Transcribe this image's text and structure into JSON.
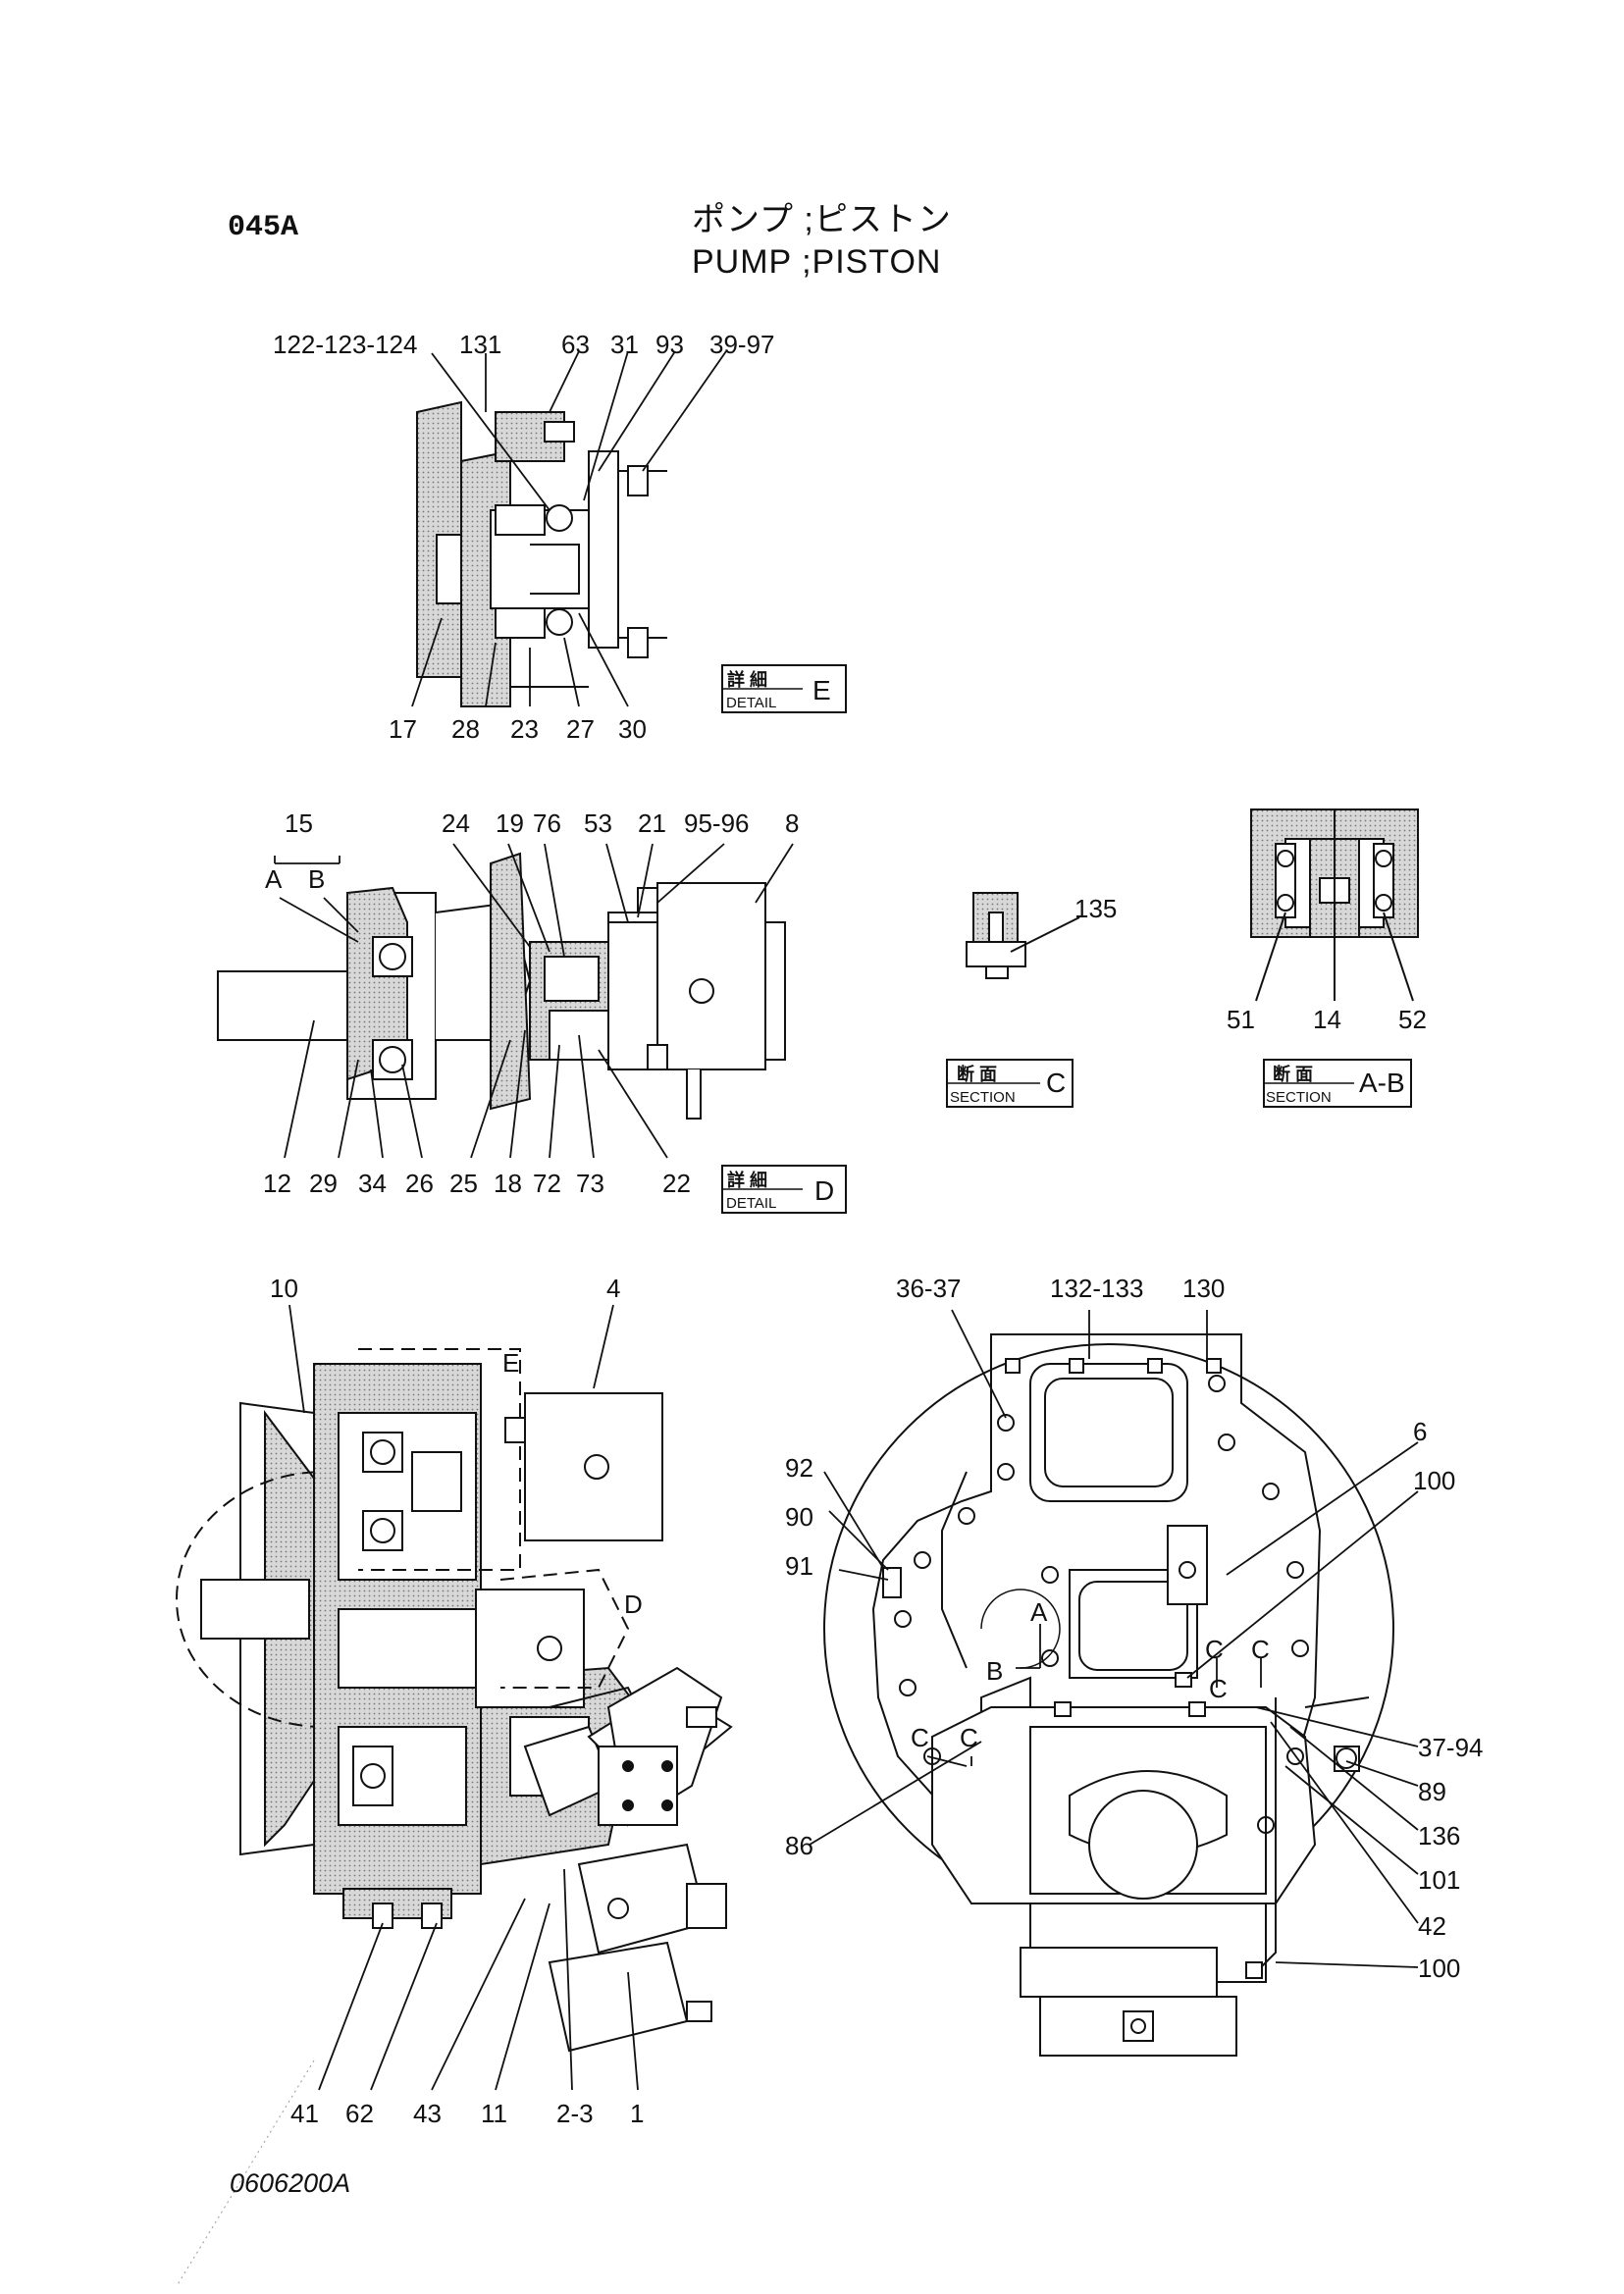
{
  "header": {
    "code": "045A",
    "title_jp": "ポンプ ;ピストン",
    "title_en": "PUMP ;PISTON"
  },
  "footer": {
    "drawing_no": "0606200A"
  },
  "detail_e": {
    "caption_jp": "詳 細",
    "caption_en": "DETAIL",
    "caption_letter": "E",
    "labels": [
      "122-123-124",
      "131",
      "63",
      "31",
      "93",
      "39-97",
      "17",
      "28",
      "23",
      "27",
      "30"
    ]
  },
  "detail_d": {
    "caption_jp": "詳 細",
    "caption_en": "DETAIL",
    "caption_letter": "D",
    "labels": [
      "15",
      "A",
      "B",
      "24",
      "19",
      "76",
      "53",
      "21",
      "95-96",
      "8",
      "12",
      "29",
      "34",
      "26",
      "25",
      "18",
      "72",
      "73",
      "22"
    ]
  },
  "section_c": {
    "caption_jp": "断 面",
    "caption_en": "SECTION",
    "caption_letter": "C",
    "labels": [
      "135"
    ]
  },
  "section_ab": {
    "caption_jp": "断 面",
    "caption_en": "SECTION",
    "caption_letter": "A-B",
    "labels": [
      "51",
      "14",
      "52"
    ]
  },
  "side_view": {
    "labels": [
      "10",
      "4",
      "E",
      "D",
      "41",
      "62",
      "43",
      "11",
      "2-3",
      "1"
    ]
  },
  "front_view": {
    "labels": [
      "36-37",
      "132-133",
      "130",
      "6",
      "100",
      "92",
      "90",
      "91",
      "A",
      "B",
      "C",
      "C",
      "C",
      "C",
      "C",
      "37-94",
      "89",
      "136",
      "86",
      "101",
      "42",
      "100"
    ]
  }
}
